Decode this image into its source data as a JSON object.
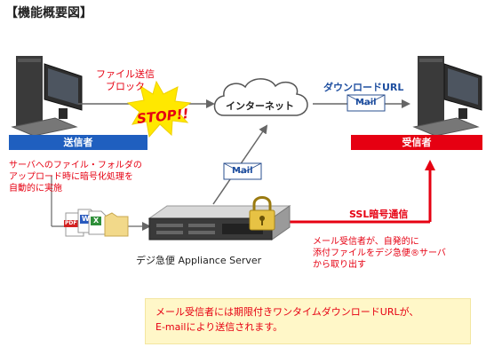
{
  "title": "【機能概要図】",
  "block_label": "ファイル送信\nブロック",
  "stop_label": "STOP!!",
  "internet_label": "インターネット",
  "download_url_label": "ダウンロードURL",
  "mail_label": "Mail",
  "sender_label": "送信者",
  "receiver_label": "受信者",
  "sender_desc": "サーバへのファイル・フォルダの\nアップロード時に暗号化処理を\n自動的に実施",
  "ssl_label": "SSL暗号通信",
  "receiver_desc": "メール受信者が、自発的に\n添付ファイルをデジ急便®サーバ\nから取り出す",
  "server_label": "デジ急便 Appliance Server",
  "file_icons": [
    "PDF",
    "W",
    "X"
  ],
  "note": "メール受信者には期限付きワンタイムダウンロードURLが、\nE-mailにより送信されます。",
  "colors": {
    "sender": "#1f5fbf",
    "receiver": "#e60012",
    "accent_text": "#e60012",
    "note_bg": "#fff7c8"
  }
}
